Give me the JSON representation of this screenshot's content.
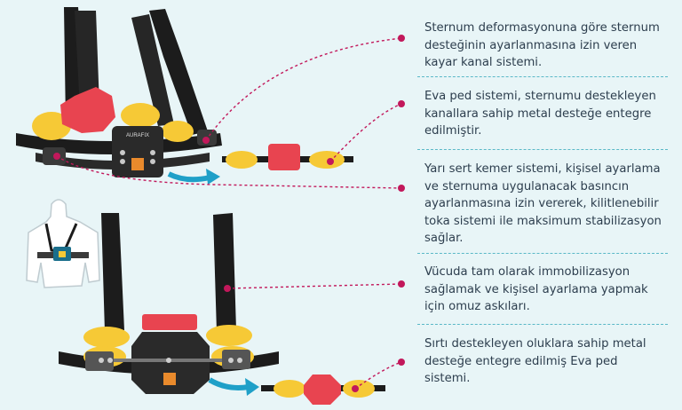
{
  "colors": {
    "background": "#e8f5f7",
    "text": "#2d3e4e",
    "divider": "#5ab8c7",
    "callout_line": "#c2185b",
    "strap": "#1c1c1c",
    "pad_yellow": "#f6c936",
    "pad_red": "#e84450",
    "plate": "#2a2a2a",
    "arrow": "#1fa0c8"
  },
  "brand_plate_text": "AURAFIX",
  "descriptions": [
    "Sternum deformasyonuna göre sternum desteğinin ayarlanmasına izin veren kayar kanal sistemi.",
    "Eva ped sistemi, sternumu destekleyen kanallara sahip metal desteğe entegre edilmiştir.",
    "Yarı sert kemer sistemi, kişisel ayarlama ve sternuma uygulanacak basıncın ayarlanmasına izin vererek, kilitlenebilir toka sistemi ile maksimum stabilizasyon sağlar.",
    "Vücuda tam olarak immobilizasyon sağlamak ve kişisel ayarlama yapmak için omuz askıları.",
    "Sırtı destekleyen oluklara sahip metal desteğe entegre edilmiş Eva ped sistemi."
  ]
}
